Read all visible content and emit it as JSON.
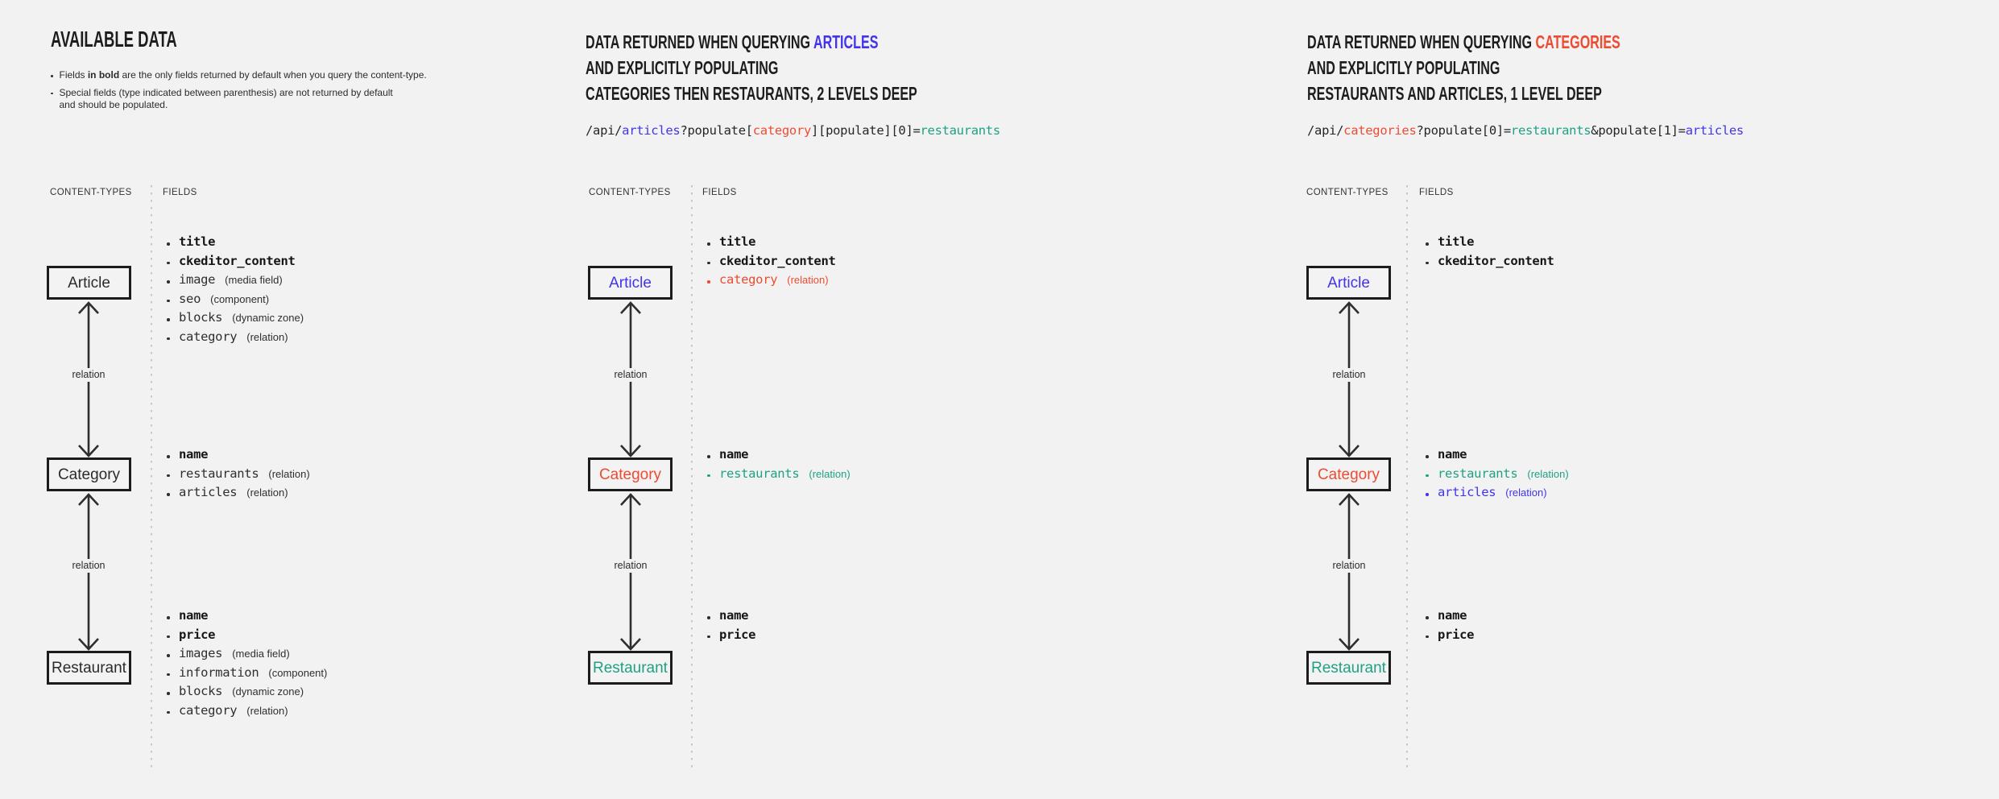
{
  "colors": {
    "background": "#f2f2f2",
    "accent_blue": "#4134ec",
    "accent_red": "#ed4b32",
    "accent_teal": "#1fa184",
    "text_dark": "#1f1f1f"
  },
  "legend": {
    "title": "AVAILABLE DATA",
    "note1_pre": "Fields ",
    "note1_bold": "in bold",
    "note1_post": " are the only fields returned by default when you query the content-type.",
    "note2_line1": "Special fields (type indicated between parenthesis) are not returned by default",
    "note2_line2": "and should be populated."
  },
  "panels": [
    {
      "content_types_label": "CONTENT-TYPES",
      "fields_label": "FIELDS",
      "relation_label": "relation",
      "nodes": [
        {
          "name": "Article",
          "color": "dark",
          "fields": [
            {
              "name": "title",
              "type": "",
              "bold": true,
              "color": "dark"
            },
            {
              "name": "ckeditor_content",
              "type": "",
              "bold": true,
              "color": "dark"
            },
            {
              "name": "image",
              "type": "(media field)",
              "bold": false,
              "color": "dark"
            },
            {
              "name": "seo",
              "type": "(component)",
              "bold": false,
              "color": "dark"
            },
            {
              "name": "blocks",
              "type": "(dynamic zone)",
              "bold": false,
              "color": "dark"
            },
            {
              "name": "category",
              "type": "(relation)",
              "bold": false,
              "color": "dark"
            }
          ]
        },
        {
          "name": "Category",
          "color": "dark",
          "fields": [
            {
              "name": "name",
              "type": "",
              "bold": true,
              "color": "dark"
            },
            {
              "name": "restaurants",
              "type": "(relation)",
              "bold": false,
              "color": "dark"
            },
            {
              "name": "articles",
              "type": "(relation)",
              "bold": false,
              "color": "dark"
            }
          ]
        },
        {
          "name": "Restaurant",
          "color": "dark",
          "fields": [
            {
              "name": "name",
              "type": "",
              "bold": true,
              "color": "dark"
            },
            {
              "name": "price",
              "type": "",
              "bold": true,
              "color": "dark"
            },
            {
              "name": "images",
              "type": "(media field)",
              "bold": false,
              "color": "dark"
            },
            {
              "name": "information",
              "type": "(component)",
              "bold": false,
              "color": "dark"
            },
            {
              "name": "blocks",
              "type": "(dynamic zone)",
              "bold": false,
              "color": "dark"
            },
            {
              "name": "category",
              "type": "(relation)",
              "bold": false,
              "color": "dark"
            }
          ]
        }
      ]
    },
    {
      "heading": {
        "line1_text": "DATA RETURNED WHEN QUERYING ",
        "line1_highlight": "ARTICLES",
        "line1_highlight_color": "blue",
        "line2": "AND EXPLICITLY POPULATING",
        "line3": "CATEGORIES THEN RESTAURANTS, 2 LEVELS DEEP"
      },
      "url": {
        "s0": "/api/",
        "s1": "articles",
        "s2": "?populate[",
        "s3": "category",
        "s4": "][populate][0]=",
        "s5": "restaurants"
      },
      "content_types_label": "CONTENT-TYPES",
      "fields_label": "FIELDS",
      "relation_label": "relation",
      "nodes": [
        {
          "name": "Article",
          "color": "blue",
          "fields": [
            {
              "name": "title",
              "type": "",
              "bold": true,
              "color": "dark"
            },
            {
              "name": "ckeditor_content",
              "type": "",
              "bold": true,
              "color": "dark"
            },
            {
              "name": "category",
              "type": "(relation)",
              "bold": false,
              "color": "red"
            }
          ]
        },
        {
          "name": "Category",
          "color": "red",
          "fields": [
            {
              "name": "name",
              "type": "",
              "bold": true,
              "color": "dark"
            },
            {
              "name": "restaurants",
              "type": "(relation)",
              "bold": false,
              "color": "teal"
            }
          ]
        },
        {
          "name": "Restaurant",
          "color": "teal",
          "fields": [
            {
              "name": "name",
              "type": "",
              "bold": true,
              "color": "dark"
            },
            {
              "name": "price",
              "type": "",
              "bold": true,
              "color": "dark"
            }
          ]
        }
      ]
    },
    {
      "heading": {
        "line1_text": "DATA RETURNED WHEN QUERYING ",
        "line1_highlight": "CATEGORIES",
        "line1_highlight_color": "red",
        "line2": "AND EXPLICITLY POPULATING",
        "line3": "RESTAURANTS AND ARTICLES, 1 LEVEL DEEP"
      },
      "url": {
        "s0": "/api/",
        "s1": "categories",
        "s2": "?populate[0]=",
        "s3": "restaurants",
        "s4": "&populate[1]=",
        "s5": "articles"
      },
      "content_types_label": "CONTENT-TYPES",
      "fields_label": "FIELDS",
      "relation_label": "relation",
      "nodes": [
        {
          "name": "Article",
          "color": "blue",
          "fields": [
            {
              "name": "title",
              "type": "",
              "bold": true,
              "color": "dark"
            },
            {
              "name": "ckeditor_content",
              "type": "",
              "bold": true,
              "color": "dark"
            }
          ]
        },
        {
          "name": "Category",
          "color": "red",
          "fields": [
            {
              "name": "name",
              "type": "",
              "bold": true,
              "color": "dark"
            },
            {
              "name": "restaurants",
              "type": "(relation)",
              "bold": false,
              "color": "teal"
            },
            {
              "name": "articles",
              "type": "(relation)",
              "bold": false,
              "color": "blue"
            }
          ]
        },
        {
          "name": "Restaurant",
          "color": "teal",
          "fields": [
            {
              "name": "name",
              "type": "",
              "bold": true,
              "color": "dark"
            },
            {
              "name": "price",
              "type": "",
              "bold": true,
              "color": "dark"
            }
          ]
        }
      ]
    }
  ]
}
